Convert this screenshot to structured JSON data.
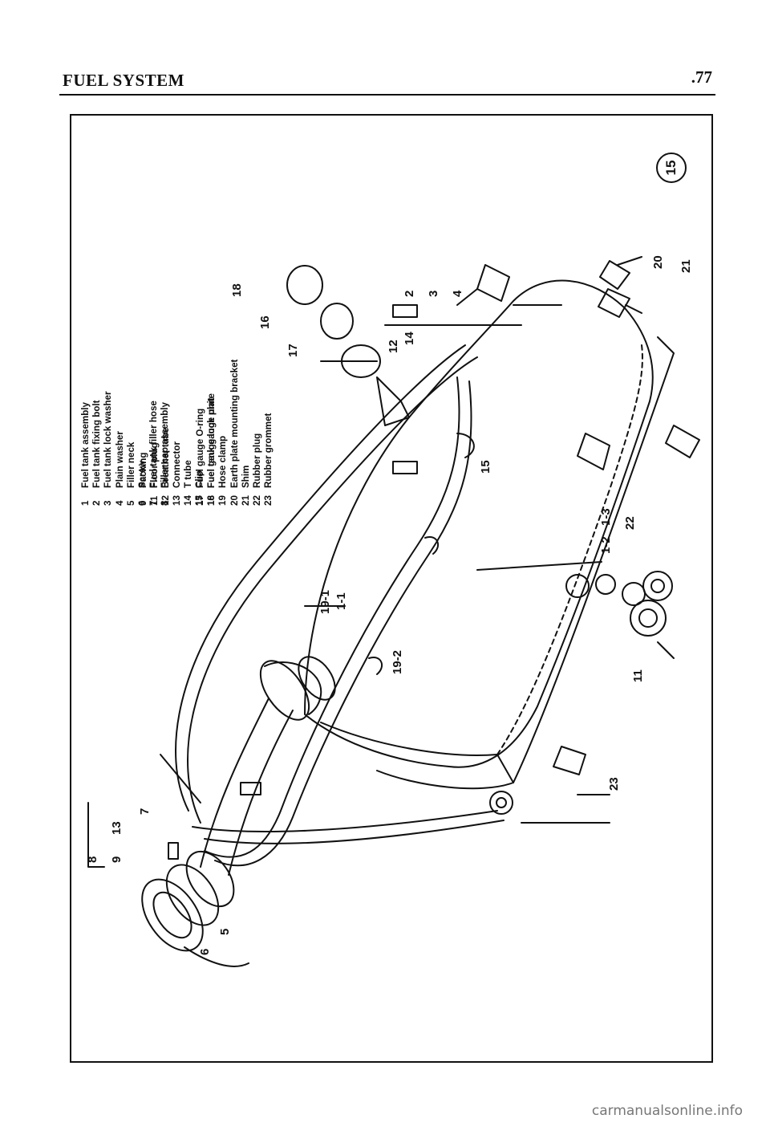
{
  "header": {
    "title": "FUEL SYSTEM",
    "page_number": ".77"
  },
  "figure_number": "15",
  "legend": {
    "col1": [
      {
        "num": "1",
        "label": "Fuel tank assembly"
      },
      {
        "num": "2",
        "label": "Fuel tank fixing bolt"
      },
      {
        "num": "3",
        "label": "Fuel tank lock washer"
      },
      {
        "num": "4",
        "label": "Plain washer"
      },
      {
        "num": "5",
        "label": "Filler neck"
      },
      {
        "num": "6",
        "label": "Screw"
      },
      {
        "num": "7",
        "label": "Fuel tank filler hose"
      },
      {
        "num": "8",
        "label": "Filler cap assembly"
      }
    ],
    "col2": [
      {
        "num": "9",
        "label": "Packing"
      },
      {
        "num": "11",
        "label": "Floor plug"
      },
      {
        "num": "12",
        "label": "Breather tube"
      },
      {
        "num": "13",
        "label": "Connector"
      },
      {
        "num": "14",
        "label": "T tube"
      },
      {
        "num": "15",
        "label": "Clip"
      },
      {
        "num": "16",
        "label": "Fuel tank gauge unit"
      }
    ],
    "col3": [
      {
        "num": "17",
        "label": "Fuel gauge O-ring"
      },
      {
        "num": "18",
        "label": "Fuel gauge lock plate"
      },
      {
        "num": "19",
        "label": "Hose clamp"
      },
      {
        "num": "20",
        "label": "Earth plate mounting bracket"
      },
      {
        "num": "21",
        "label": "Shim"
      },
      {
        "num": "22",
        "label": "Rubber plug"
      },
      {
        "num": "23",
        "label": "Rubber grommet"
      }
    ]
  },
  "callouts": [
    "1-1",
    "1-2",
    "1-3",
    "2",
    "3",
    "4",
    "5",
    "6",
    "7",
    "8",
    "9",
    "11",
    "12",
    "13",
    "14",
    "15",
    "16",
    "17",
    "18",
    "19-1",
    "19-2",
    "20",
    "21",
    "22",
    "23"
  ],
  "watermark": "carmanualsonline.info"
}
